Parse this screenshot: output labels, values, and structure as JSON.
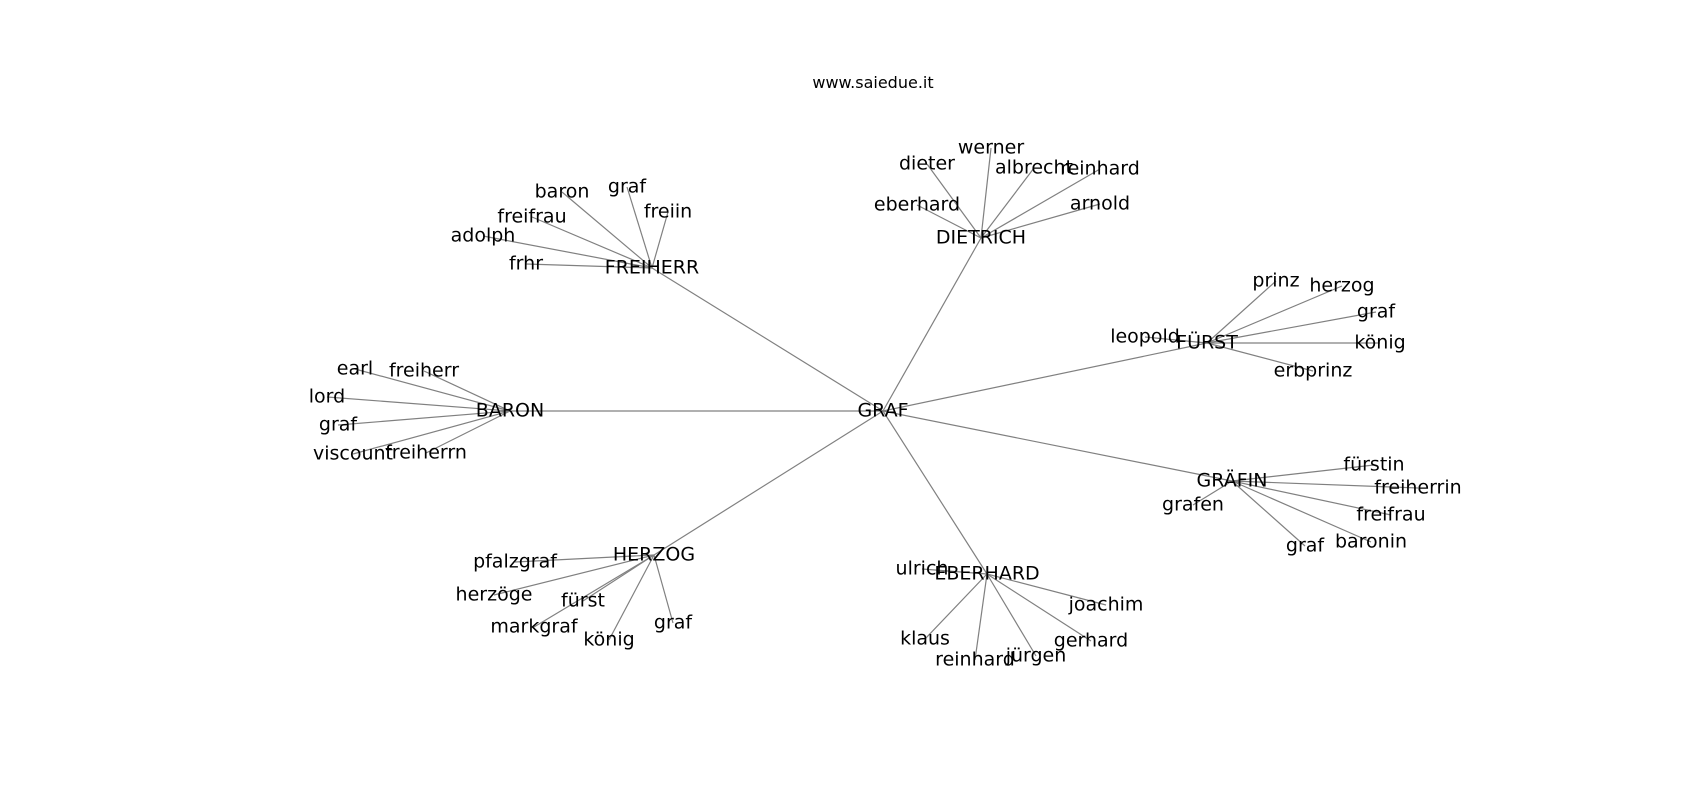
{
  "header": {
    "site": "www.saiedue.it"
  },
  "graph": {
    "center": "GRAF",
    "hubs": [
      {
        "name": "FREIHERR",
        "leaves": [
          "baron",
          "graf",
          "freiin",
          "freifrau",
          "adolph",
          "frhr"
        ]
      },
      {
        "name": "DIETRICH",
        "leaves": [
          "werner",
          "dieter",
          "albrecht",
          "reinhard",
          "eberhard",
          "arnold"
        ]
      },
      {
        "name": "FÜRST",
        "leaves": [
          "prinz",
          "herzog",
          "graf",
          "könig",
          "leopold",
          "erbprinz"
        ]
      },
      {
        "name": "BARON",
        "leaves": [
          "earl",
          "freiherr",
          "lord",
          "graf",
          "viscount",
          "freiherrn"
        ]
      },
      {
        "name": "GRÄFIN",
        "leaves": [
          "fürstin",
          "freiherrin",
          "grafen",
          "freifrau",
          "baronin",
          "graf"
        ]
      },
      {
        "name": "HERZOG",
        "leaves": [
          "pfalzgraf",
          "herzöge",
          "fürst",
          "markgraf",
          "könig",
          "graf"
        ]
      },
      {
        "name": "EBERHARD",
        "leaves": [
          "ulrich",
          "joachim",
          "klaus",
          "gerhard",
          "reinhard",
          "jürgen"
        ]
      }
    ]
  }
}
